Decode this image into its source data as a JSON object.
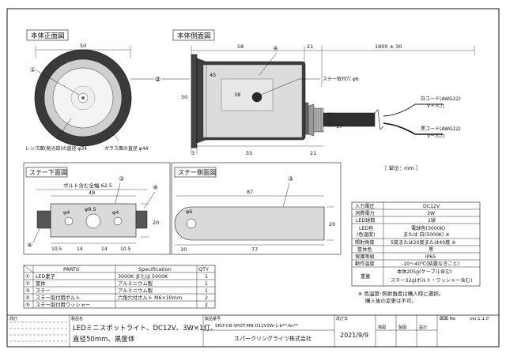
{
  "views": {
    "front": {
      "title": "本体正面図",
      "width_dim": "50",
      "lens_label": "レンズ面(発光部)の直径 φ34",
      "glass_label": "ガラス面の直径 φ44",
      "callout_1": "①",
      "callout_2": "②"
    },
    "side": {
      "title": "本体側面図",
      "dim_58": "58",
      "dim_21_top": "21",
      "dim_cable": "1800 ± 30",
      "dim_45": "45",
      "dim_50": "50",
      "dim_38": "38",
      "dim_3": "3",
      "dim_55": "55",
      "dim_21_bottom": "21",
      "dim_17": "17",
      "hole_label": "ステー取付穴 φ6",
      "wire_white_1": "白コード(AWG22)",
      "wire_white_2": "V＋入力",
      "wire_black_1": "黒コード(AWG22)",
      "wire_black_2": "V－入力",
      "callout_2": "②",
      "callout_4": "④"
    },
    "stay_bottom": {
      "title": "ステー下面図",
      "callout_3": "③",
      "callout_4a": "④",
      "callout_4b": "④",
      "bolt_total": "ボルト含む全幅 62.5",
      "dim_49": "49",
      "hole_a": "φ4",
      "hole_b": "φ8.5",
      "hole_c": "φ4",
      "dim_20": "20",
      "dim_105a": "10.5",
      "dim_14a": "14",
      "dim_14b": "14",
      "dim_105b": "10.5"
    },
    "stay_side": {
      "title": "ステー側面図",
      "callout_3": "③",
      "dim_87": "87",
      "hole": "φ6",
      "dim_20": "20",
      "dim_10": "10",
      "dim_77": "77"
    },
    "unit": "［ 単位：mm ］"
  },
  "parts": {
    "headers": [
      "PARTS",
      "Specification",
      "QTY"
    ],
    "rows": [
      {
        "no": "①",
        "part": "LED素子",
        "spec": "3000K または 5000K",
        "qty": "1"
      },
      {
        "no": "②",
        "part": "筐体",
        "spec": "アルミニウム製",
        "qty": "1"
      },
      {
        "no": "③",
        "part": "ステー",
        "spec": "アルミニウム製",
        "qty": "1"
      },
      {
        "no": "④",
        "part": "ステー取付用ボルト",
        "spec": "六角穴付ボルト M6×10mm",
        "qty": "2"
      },
      {
        "no": "⑤",
        "part": "ステー取付用ワッシャー",
        "spec": "",
        "qty": "2"
      }
    ]
  },
  "specs": {
    "rows": [
      {
        "label": "入力電圧",
        "value": "DC12V"
      },
      {
        "label": "消費電力",
        "value": "3W"
      },
      {
        "label": "LED球数",
        "value": "1球"
      },
      {
        "label": "LED色",
        "label2": "(色温度)",
        "value": "電球色(3000K)",
        "value2": "または 白(5000K) ※"
      },
      {
        "label": "照射角度",
        "value": "5度または20度または40度 ※"
      },
      {
        "label": "筐体色",
        "value": "黒"
      },
      {
        "label": "保護等級",
        "value": "IP65"
      },
      {
        "label": "動作温度",
        "value": "-10～40℃(結露なきこと)"
      },
      {
        "label": "重量",
        "value": "本体205g(ケーブル含む)",
        "value2": "ステー32g(ボルト・ワッシャー含む)"
      }
    ],
    "note_1": "※ 色温度･照射角度は購入時に選択。",
    "note_2": "購入後の変更は不可。"
  },
  "title_block": {
    "revision_label": "改訂",
    "product_name_label": "製品名",
    "product_name_line1": "LEDミニスポットライト、DC12V、3W×1灯、",
    "product_name_line2": "直径50mm、黒筐体",
    "product_no_label": "製品番号",
    "product_no": "SPLT-CB-SPOT-MN-D12V3W-1-b**-An**",
    "company": "スパークリングライツ株式会社",
    "revised_date_label": "改訂日",
    "revised_date": "2021/9/9",
    "check_1": "検図",
    "check_2": "製図",
    "check_3": "設計",
    "drawing_no_label": "図面 No",
    "version": "ver.1.1.0"
  }
}
